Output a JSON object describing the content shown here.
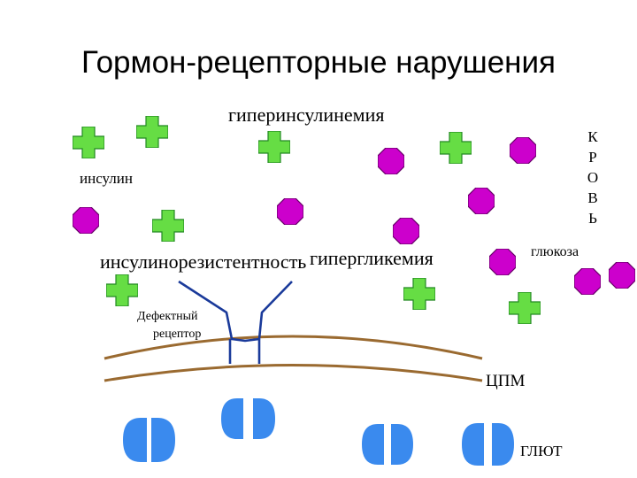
{
  "title": "Гормон-рецепторные нарушения",
  "labels": {
    "hyperinsulinemia": "гиперинсулинемия",
    "insulin": "инсулин",
    "insulin_resistance": "инсулинорезистентность",
    "hyperglycemia": "гипергликемия",
    "glucose": "глюкоза",
    "defective_receptor_line1": "Дефектный",
    "defective_receptor_line2": "рецептор",
    "membrane": "ЦПМ",
    "glut": "ГЛЮТ",
    "blood_letters": [
      "К",
      "Р",
      "О",
      "В",
      "Ь"
    ]
  },
  "colors": {
    "insulin": "#66dd44",
    "glucose": "#cc00cc",
    "receptor": "#1a3a9a",
    "membrane": "#9a6a30",
    "glut": "#3a8aee"
  },
  "icons": {
    "insulin": "green-cross-icon",
    "glucose": "purple-octagon-icon",
    "receptor": "receptor-icon",
    "glut": "glut-transporter-icon"
  }
}
